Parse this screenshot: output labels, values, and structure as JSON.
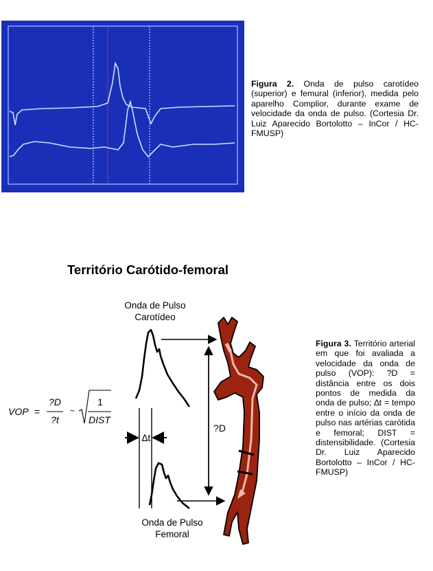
{
  "figure2": {
    "caption_label": "Figura 2.",
    "caption_text": "Onda de pulso carotídeo (superior) e femural (inferior), medida pelo aparelho Complior, durante exame de velocidade da onda de pulso. (Cortesia Dr. Luiz Aparecido Bortolotto – InCor / HC-FMUSP)"
  },
  "section_title": "Território Carótido-femoral",
  "figure3": {
    "carotid_label_line1": "Onda de Pulso",
    "carotid_label_line2": "Carotídeo",
    "femoral_label_line1": "Onda de Pulso",
    "femoral_label_line2": "Femoral",
    "delta_t": "∆t",
    "delta_d": "?D",
    "formula": {
      "lhs": "VOP",
      "equals": "=",
      "numerator": "?D",
      "denominator": "?t",
      "approx": "~",
      "root_numerator": "1",
      "root_denominator": "DIST"
    },
    "caption_label": "Figura 3.",
    "caption_text": "Território arterial em que foi avaliada a velocidade da onda de pulso (VOP): ?D = distância entre os dois pontos de medida da onda de pulso; ∆t = tempo entre o início da onda de pulso nas artérias carótida e femoral; DIST = distensibilidade. (Cortesia Dr. Luiz Aparecido Bortolotto – InCor / HC-FMUSP)"
  },
  "colors": {
    "scope_background": "#1a2fb8",
    "scope_trace": "#cfe0ff",
    "artery": "#9a2410",
    "artery_light": "#f4b8a8"
  }
}
